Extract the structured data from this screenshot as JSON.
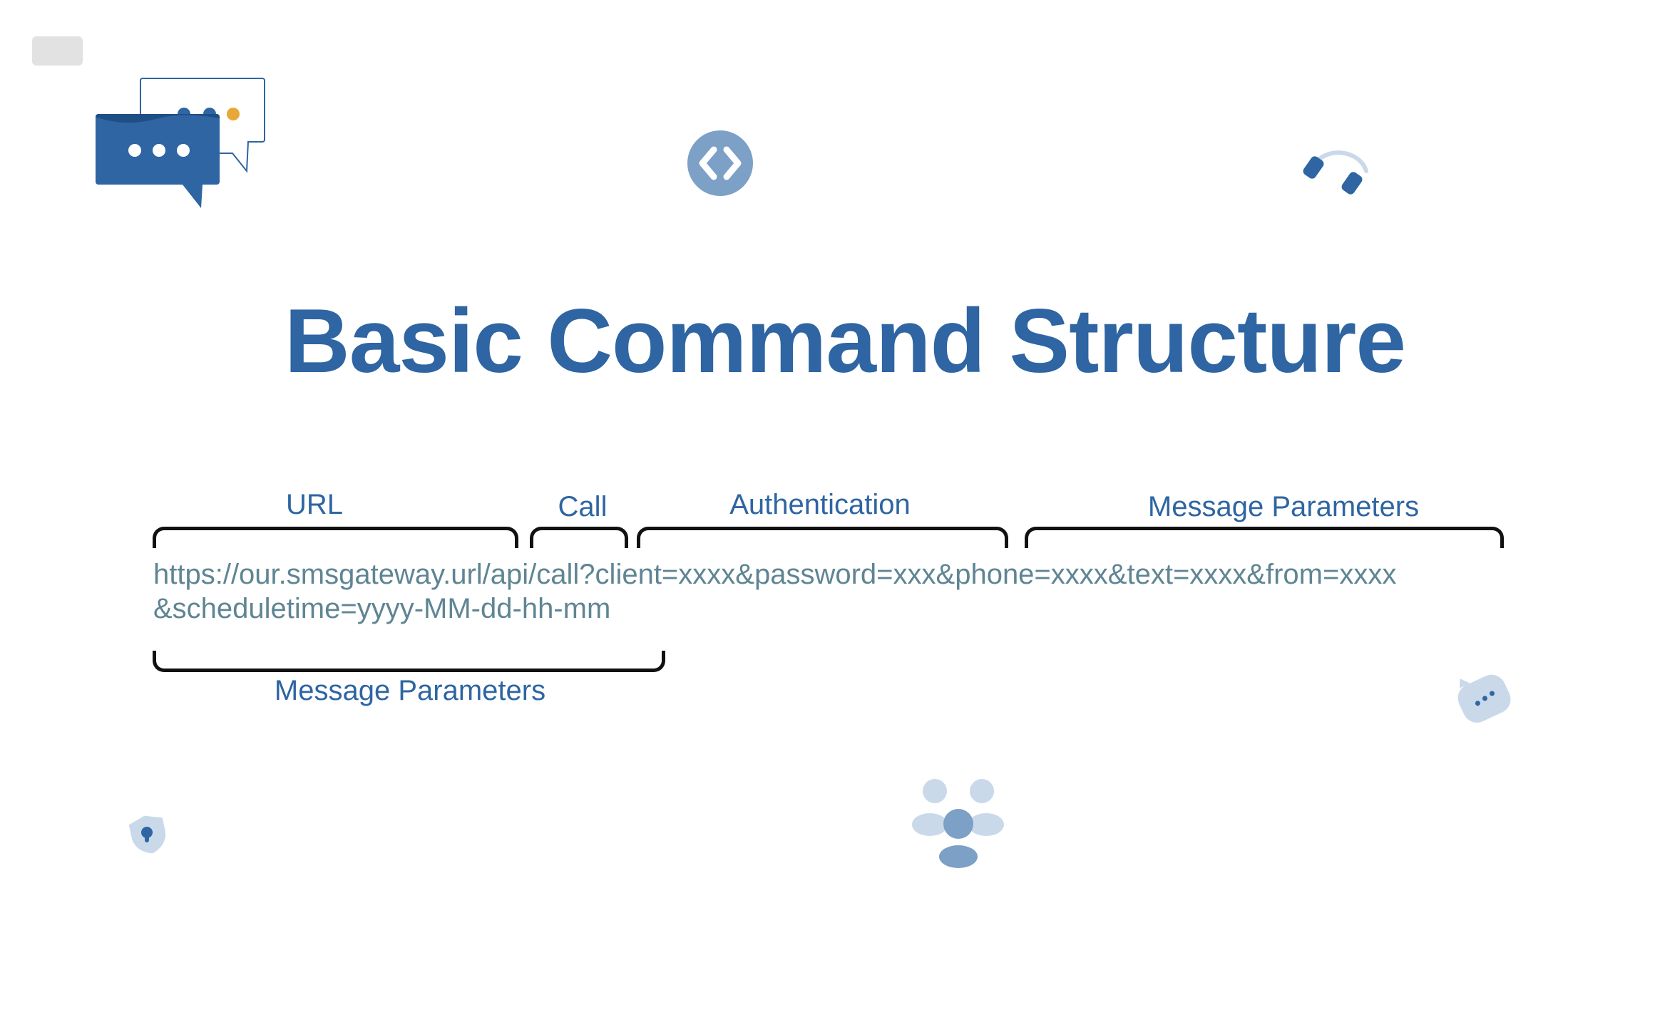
{
  "title": "Basic Command Structure",
  "segments": {
    "url": "URL",
    "call": "Call",
    "authentication": "Authentication",
    "message_params_top": "Message Parameters",
    "message_params_bottom": "Message Parameters"
  },
  "command": {
    "line1": "https://our.smsgateway.url/api/call?client=xxxx&password=xxx&phone=xxxx&text=xxxx&from=xxxx",
    "line2": "&scheduletime=yyyy-MM-dd-hh-mm"
  },
  "colors": {
    "brand_blue": "#2e65a2",
    "command_text": "#5f8593",
    "light_blue": "#c9d9ea",
    "mid_blue": "#7ca0c6"
  },
  "icons": [
    "chat-bubbles-icon",
    "code-brackets-icon",
    "headset-icon",
    "chat-badge-icon",
    "shield-lock-icon",
    "user-group-icon"
  ]
}
